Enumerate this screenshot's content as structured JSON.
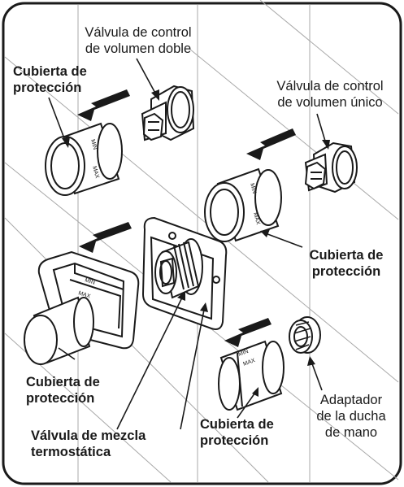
{
  "labels": {
    "valve_double": {
      "line1": "Válvula de control",
      "line2": "de volumen doble"
    },
    "cap_top_left": {
      "line1": "Cubierta de",
      "line2": "protección"
    },
    "valve_single": {
      "line1": "Válvula de control",
      "line2": "de volumen único"
    },
    "cap_mid_right": {
      "line1": "Cubierta de",
      "line2": "protección"
    },
    "cap_bottom_left": {
      "line1": "Cubierta de",
      "line2": "protección"
    },
    "thermo_valve": {
      "line1": "Válvula de mezcla",
      "line2": "termostática"
    },
    "cap_bottom_center": {
      "line1": "Cubierta de",
      "line2": "protección"
    },
    "hand_shower_adapter": {
      "line1": "Adaptador",
      "line2": "de la ducha",
      "line3": "de mano"
    }
  },
  "part_markings": {
    "min": "MIN",
    "max": "MAX"
  },
  "colors": {
    "line": "#1a1a1a",
    "guide": "#9a9a9a",
    "arrow": "#1a1a1a",
    "background": "#ffffff"
  }
}
